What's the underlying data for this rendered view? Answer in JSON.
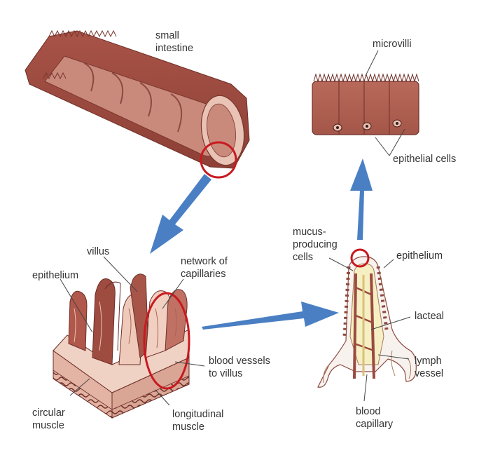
{
  "labels": {
    "small_intestine": "small\nintestine",
    "microvilli": "microvilli",
    "epithelial_cells": "epithelial cells",
    "villus": "villus",
    "network_of_capillaries": "network of\ncapillaries",
    "epithelium_left": "epithelium",
    "blood_vessels_to_villus": "blood vessels\nto villus",
    "circular_muscle": "circular\nmuscle",
    "longitudinal_muscle": "longitudinal\nmuscle",
    "mucus_producing_cells": "mucus-\nproducing\ncells",
    "epithelium_right": "epithelium",
    "lacteal": "lacteal",
    "lymph_vessel": "lymph\nvessel",
    "blood_capillary": "blood\ncapillary"
  },
  "colors": {
    "tissue_dark": "#9b4a3f",
    "tissue_mid": "#b86a5c",
    "tissue_light": "#e8c2b4",
    "tissue_pale": "#f3ddd2",
    "highlight_circle": "#c8191f",
    "arrow_blue": "#4a7fc4",
    "leader_line": "#444444",
    "lacteal_yellow": "#f6efc4"
  }
}
